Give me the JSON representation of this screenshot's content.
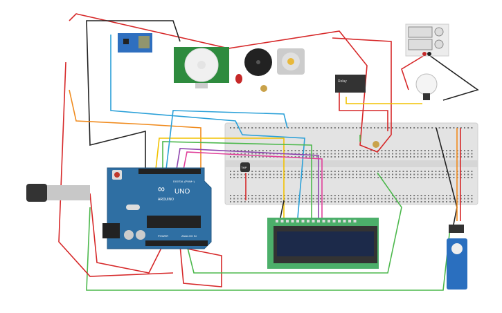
{
  "diagram": {
    "type": "circuit",
    "components": {
      "arduino": {
        "name": "Arduino UNO",
        "brand_label": "ARDUINO",
        "model_label": "UNO",
        "digital_label": "DIGITAL (PWM~)",
        "power_label": "POWER",
        "analog_label": "ANALOG IN",
        "color": "#2f6fa3"
      },
      "lcd": {
        "name": "LCD 16x2",
        "pcb_color": "#4caf6a",
        "screen_color": "#1c2a4a"
      },
      "breadboard": {
        "name": "Breadboard"
      },
      "pir": {
        "name": "PIR Sensor"
      },
      "wifi": {
        "name": "ESP8266 WiFi Module"
      },
      "buzzer": {
        "name": "Piezo Buzzer"
      },
      "motor": {
        "name": "DC Motor"
      },
      "relay": {
        "name": "Relay",
        "label": "Relay"
      },
      "power_supply": {
        "name": "Power Supply"
      },
      "bulb": {
        "name": "Light Bulb"
      },
      "servo": {
        "name": "Micro Servo"
      },
      "temp_sensor": {
        "name": "Temperature Sensor",
        "label": "TMP"
      },
      "led": {
        "name": "Red LED"
      },
      "photoresistor": {
        "name": "Photoresistor"
      }
    },
    "wire_colors": {
      "red": "#d62728",
      "black": "#222222",
      "green": "#4cb84c",
      "blue": "#2aa0d8",
      "yellow": "#f2c200",
      "orange": "#f08a1c",
      "purple": "#8e44ad",
      "pink": "#e0409a"
    }
  }
}
